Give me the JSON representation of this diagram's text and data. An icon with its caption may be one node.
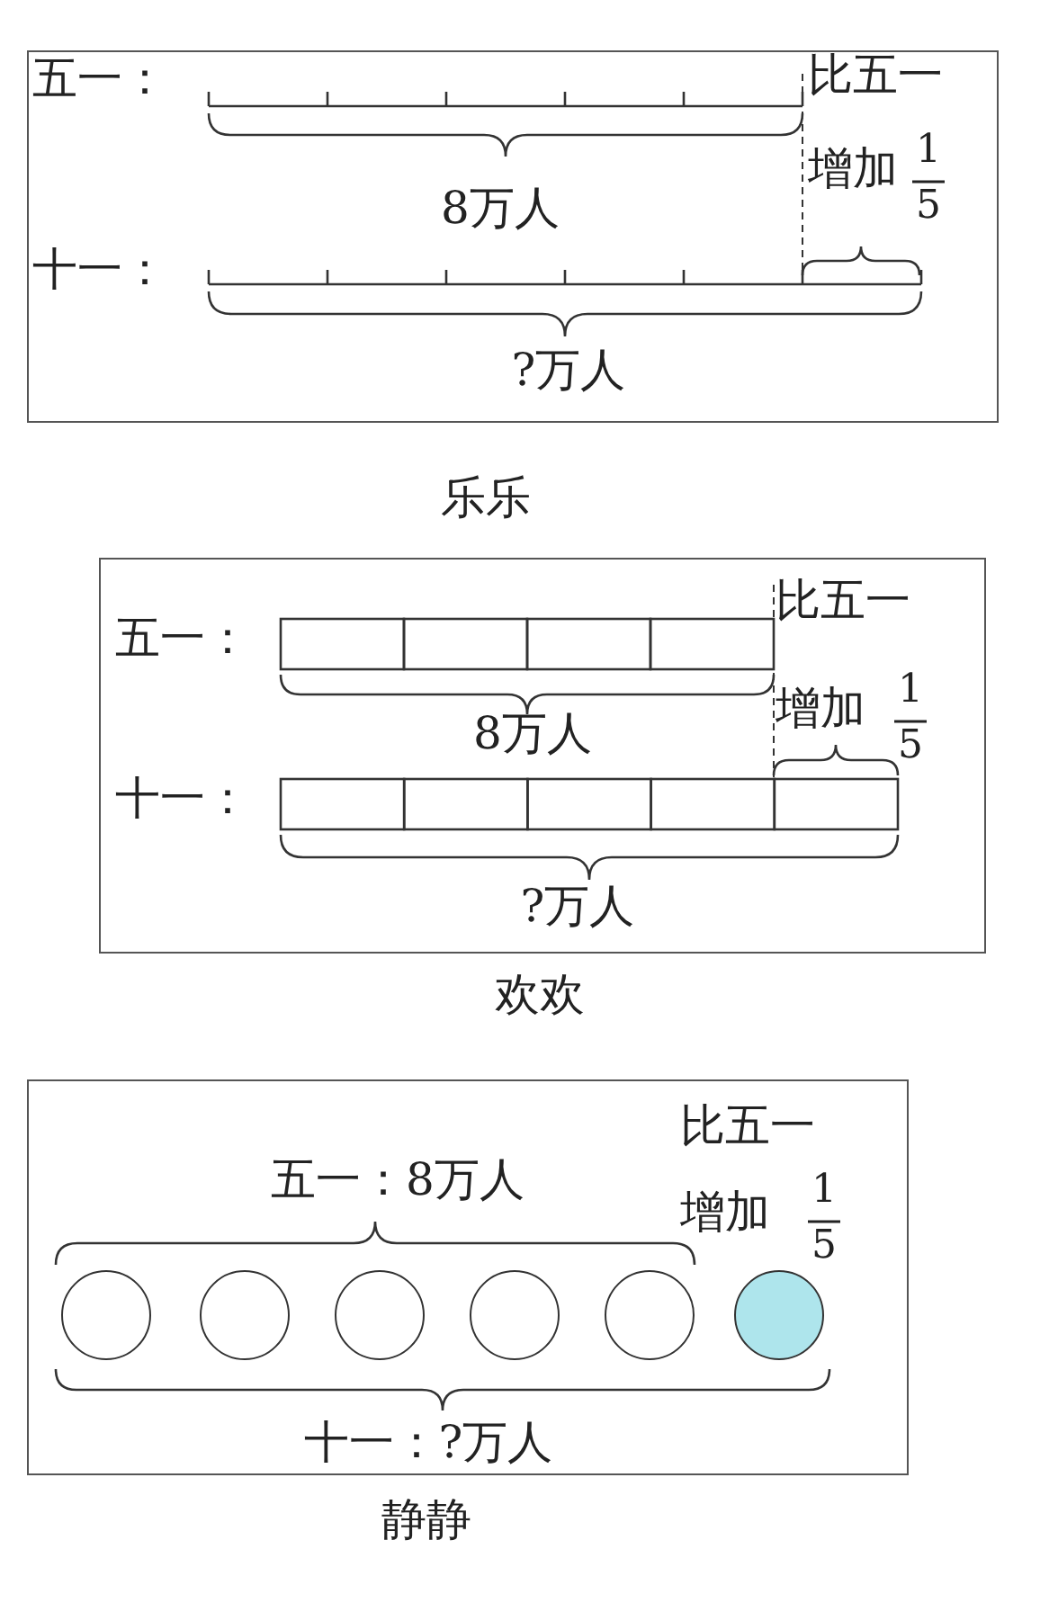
{
  "diagram": {
    "nodes": [
      {
        "text": [
          "五一：",
          "8万人",
          "十一：",
          "?万人",
          "比五一",
          "增加",
          "1",
          "5"
        ]
      },
      {
        "text": [
          "五一：",
          "8万人",
          "十一：",
          "?万人",
          "比五一",
          "增加",
          "1",
          "5"
        ]
      },
      {
        "text": [
          "比五一",
          "增加",
          "1",
          "5",
          "五一：8万人",
          "十一：?万人"
        ]
      },
      {
        "text": [],
        "shape": "circle",
        "in": 2
      },
      {
        "text": [],
        "shape": "circle",
        "in": 2
      },
      {
        "text": [],
        "shape": "circle",
        "in": 2
      },
      {
        "text": [],
        "shape": "circle",
        "in": 2
      },
      {
        "text": [],
        "shape": "circle",
        "in": 2
      },
      {
        "text": [],
        "shape": "circle",
        "in": 2
      }
    ],
    "labels": [
      "乐乐",
      "欢欢",
      "静静"
    ]
  }
}
